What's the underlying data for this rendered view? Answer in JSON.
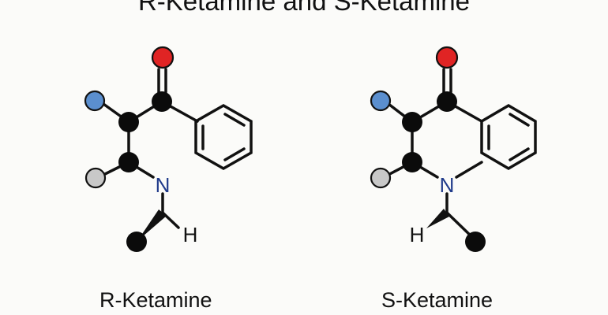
{
  "title": "R-Ketamine and S-Ketamine",
  "molecules": [
    {
      "label": "R-Ketamine",
      "nitrogen": "N",
      "hydrogen": "H"
    },
    {
      "label": "S-Ketamine",
      "nitrogen": "N",
      "hydrogen": "H"
    }
  ],
  "colors": {
    "oxygen": "#e02424",
    "fluorine_like": "#5b8fcf",
    "grey_atom": "#c8c8c8",
    "nitrogen_text": "#1f3a8a",
    "carbon": "#0b0b0b"
  }
}
